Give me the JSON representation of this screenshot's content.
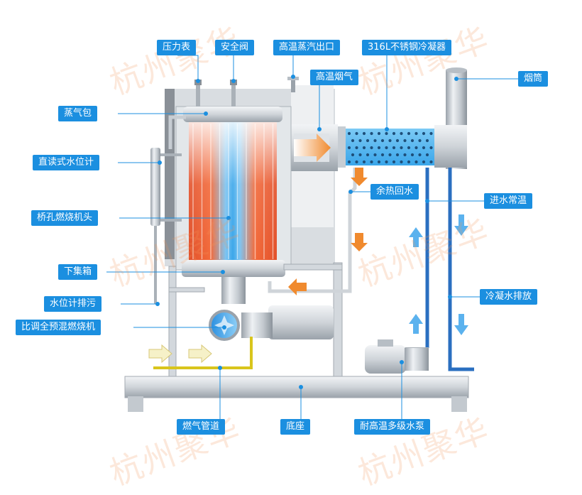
{
  "labels": {
    "pressure_gauge": "压力表",
    "safety_valve": "安全阀",
    "steam_outlet": "高温蒸汽出口",
    "condenser": "316L不锈钢冷凝器",
    "flue_gas": "高温烟气",
    "chimney": "烟筒",
    "steam_drum": "蒸气包",
    "water_level_gauge": "直读式水位计",
    "waste_heat_return": "余热回水",
    "water_inlet": "进水常温",
    "burner_head": "桥孔燃烧机头",
    "lower_header": "下集箱",
    "condensate_drain": "冷凝水排放",
    "gauge_drain": "水位计排污",
    "premix_burner": "比调全预混燃烧机",
    "gas_pipe": "燃气管道",
    "base": "底座",
    "pump": "耐高温多级水泵"
  },
  "watermark": "杭州聚华",
  "colors": {
    "label_bg": "#1b8fe0",
    "hot": "#f0612e",
    "cold": "#3aa6ea",
    "arrow_orange": "#f08a2e",
    "arrow_blue": "#5bb2ee",
    "gas_yellow": "#d9c51c",
    "steel": "#c7cdd3"
  }
}
